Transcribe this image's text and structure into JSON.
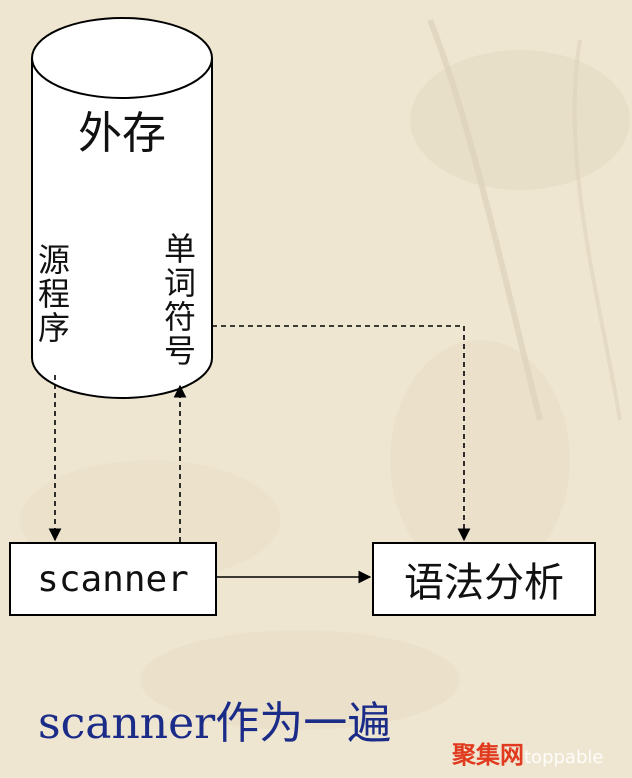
{
  "storage": {
    "title": "外存",
    "source_label": "源程序",
    "token_label": "单词符号"
  },
  "boxes": {
    "scanner_label": "scanner",
    "syntax_label": "语法分析"
  },
  "caption": {
    "code": "scanner",
    "text": "作为一遍"
  },
  "watermark": {
    "brand": "聚集网",
    "suffix": "toppable"
  }
}
